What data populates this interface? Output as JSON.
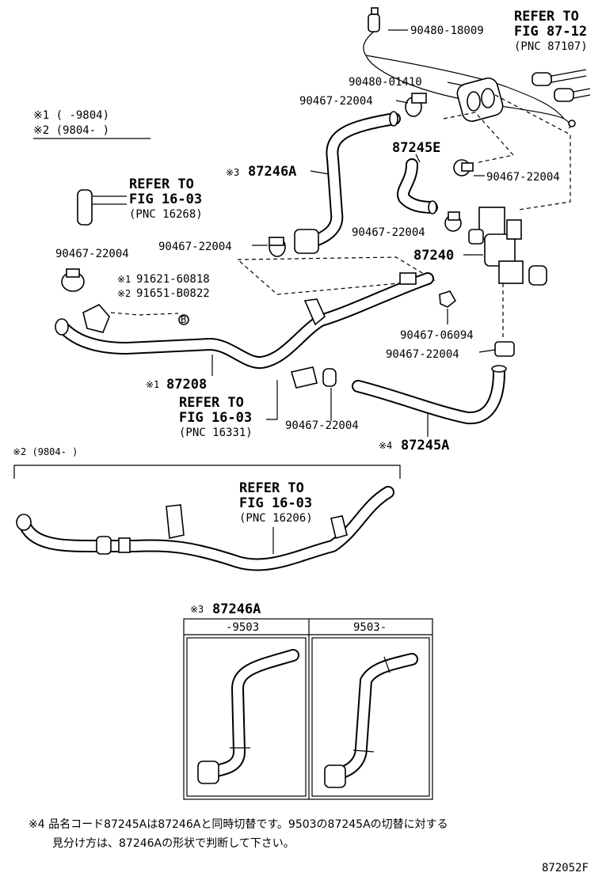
{
  "labels": {
    "p9048018009": "90480-18009",
    "refer_87_12_a": "REFER TO",
    "refer_87_12_b": "FIG 87-12",
    "refer_87_12_c": "(PNC 87107)",
    "p9048001410": "90480-01410",
    "p9046722004_a": "90467-22004",
    "p9046722004_b": "90467-22004",
    "p9046722004_c": "90467-22004",
    "p9046722004_d": "90467-22004",
    "p9046722004_e": "90467-22004",
    "p9046722004_f": "90467-22004",
    "p9046722004_g": "90467-22004",
    "p9046706094": "90467-06094",
    "p87245E": "87245E",
    "p87246A_mark": "※3",
    "p87246A": "87246A",
    "p87240": "87240",
    "p87208_mark": "※1",
    "p87208": "87208",
    "p87245A_mark": "※4",
    "p87245A": "87245A",
    "s1_line": "※1 (     -9804)",
    "s2_line": "※2 (9804-      )",
    "refer_16_03_a1": "REFER TO",
    "refer_16_03_a2": "FIG 16-03",
    "refer_16_03_a3": "(PNC 16268)",
    "p91621_mark": "※1",
    "p91621": "91621-60818",
    "p91651_mark": "※2",
    "p91651": "91651-B0822",
    "circle_b": "B",
    "refer_16_03_b1": "REFER TO",
    "refer_16_03_b2": "FIG 16-03",
    "refer_16_03_b3": "(PNC 16331)",
    "section2_header": "※2 (9804-      )",
    "refer_16_03_c1": "REFER TO",
    "refer_16_03_c2": "FIG 16-03",
    "refer_16_03_c3": "(PNC 16206)",
    "variant_mark": "※3",
    "variant_title": "87246A",
    "variant_col1": "-9503",
    "variant_col2": "9503-",
    "footnote_line1": "※4 品名コード87245Aは87246Aと同時切替です。9503の87245Aの切替に対する",
    "footnote_line2": "見分け方は、87246Aの形状で判断して下さい。",
    "figure_code": "872052F"
  }
}
